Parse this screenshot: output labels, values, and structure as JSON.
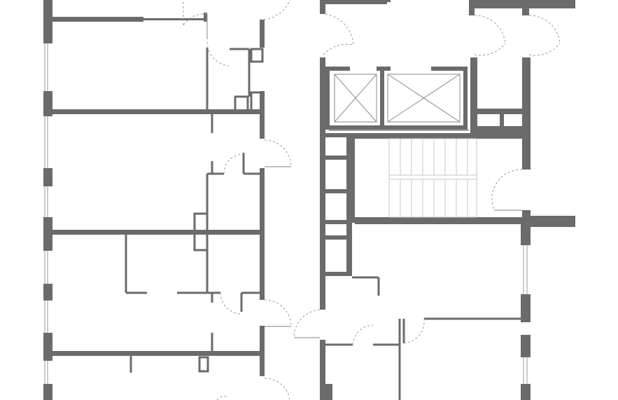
{
  "plan": {
    "kind": "floor-plan",
    "colors": {
      "wall": "#6b6b6b",
      "door_swing": "#9a9a9a",
      "stair": "#c8c8c8",
      "background": "#ffffff"
    },
    "elements": {
      "apartments": [
        "apartment-top-left",
        "apartment-mid-left",
        "apartment-lower-left",
        "apartment-bottom-left",
        "apartment-right-lower"
      ],
      "core": [
        "elevator-shaft-small",
        "elevator-shaft-large",
        "stairwell",
        "service-shafts"
      ]
    }
  }
}
